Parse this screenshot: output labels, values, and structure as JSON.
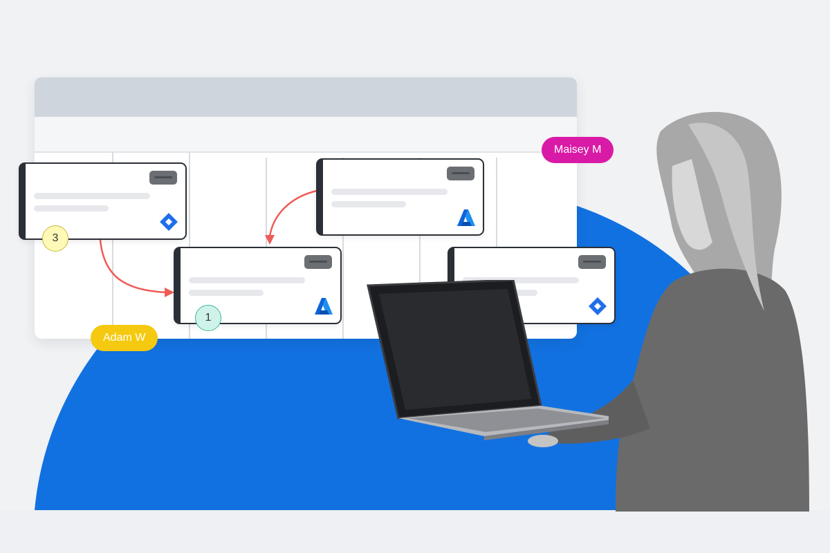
{
  "colors": {
    "background": "#f0f2f4",
    "blue_shape": "#1271e0",
    "card_border": "#2b2f36",
    "connector_arrow": "#ef5b56",
    "adam_tag": "#f5c90f",
    "maisey_tag": "#d91aa6",
    "jira_blue": "#1f6feb",
    "azure_blue": "#0b65d8"
  },
  "collaborators": {
    "adam": {
      "label": "Adam W"
    },
    "maisey": {
      "label": "Maisey M"
    }
  },
  "badges": {
    "card_a": "3",
    "card_c": "1"
  },
  "cards": [
    {
      "id": "card-a",
      "logo": "jira-icon"
    },
    {
      "id": "card-b",
      "logo": "azure-icon"
    },
    {
      "id": "card-c",
      "logo": "azure-icon"
    },
    {
      "id": "card-d",
      "logo": "jira-icon"
    }
  ],
  "icons": {
    "jira": "jira-icon",
    "azure": "azure-icon",
    "cursor": "cursor-pointer-icon"
  }
}
